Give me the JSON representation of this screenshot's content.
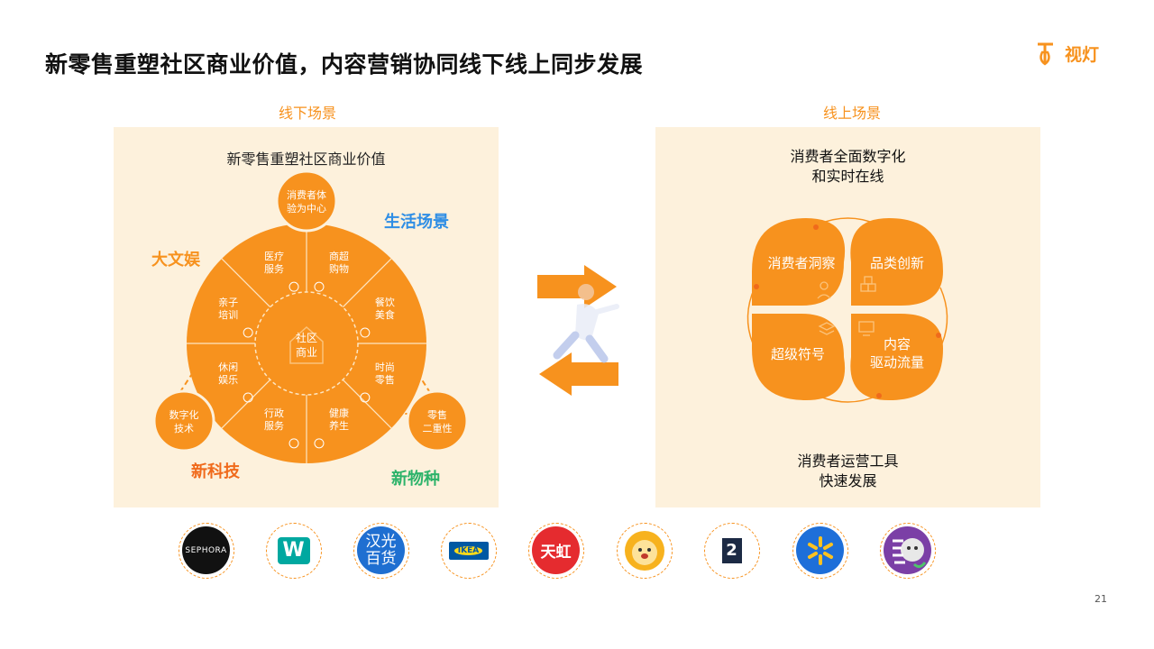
{
  "title": "新零售重塑社区商业价值，内容营销协同线下线上同步发展",
  "brand": {
    "name": "视灯",
    "color": "#f7921e"
  },
  "offline": {
    "label": "线下场景",
    "center_title": "新零售重塑社区商业价值",
    "hub": "社区\n商业",
    "nodes": {
      "top": "消费者体\n验为中心",
      "bottom_left": "数字化\n技术",
      "bottom_right": "零售\n二重性"
    },
    "segments": [
      {
        "label": "商超\n购物",
        "icon": "shop-icon"
      },
      {
        "label": "餐饮\n美食",
        "icon": "cloche-icon"
      },
      {
        "label": "时尚\n零售",
        "icon": "hanger-icon"
      },
      {
        "label": "健康\n养生",
        "icon": "health-icon"
      },
      {
        "label": "行政\n服务",
        "icon": "person-icon"
      },
      {
        "label": "休闲\n娱乐",
        "icon": "dumbbell-icon"
      },
      {
        "label": "亲子\n培训",
        "icon": "baby-icon"
      },
      {
        "label": "医疗\n服务",
        "icon": "stethoscope-icon"
      }
    ],
    "side_labels": {
      "top_right": "生活场景",
      "top_left": "大文娱",
      "bottom_left": "新科技",
      "bottom_right": "新物种"
    },
    "side_colors": {
      "life": "#2f8ee5",
      "ent": "#f7921e",
      "tech": "#f06a1b",
      "species": "#2db36a"
    }
  },
  "online": {
    "label": "线上场景",
    "top_text": "消费者全面数字化\n和实时在线",
    "bottom_text": "消费者运营工具\n快速发展",
    "petals": {
      "tl": "消费者洞察",
      "tr": "品类创新",
      "bl": "超级符号",
      "br": "内容\n驱动流量"
    }
  },
  "logos": [
    {
      "name": "sephora",
      "text": "SEPHORA"
    },
    {
      "name": "watsons",
      "text": "W"
    },
    {
      "name": "hanguang",
      "text": "汉光\n百货"
    },
    {
      "name": "ikea",
      "text": "IKEA"
    },
    {
      "name": "tianhong",
      "text": "天虹"
    },
    {
      "name": "lion-mascot",
      "text": ""
    },
    {
      "name": "2-logo",
      "text": "2"
    },
    {
      "name": "walmart",
      "text": ""
    },
    {
      "name": "kuaile",
      "text": ""
    }
  ],
  "page_number": "21"
}
